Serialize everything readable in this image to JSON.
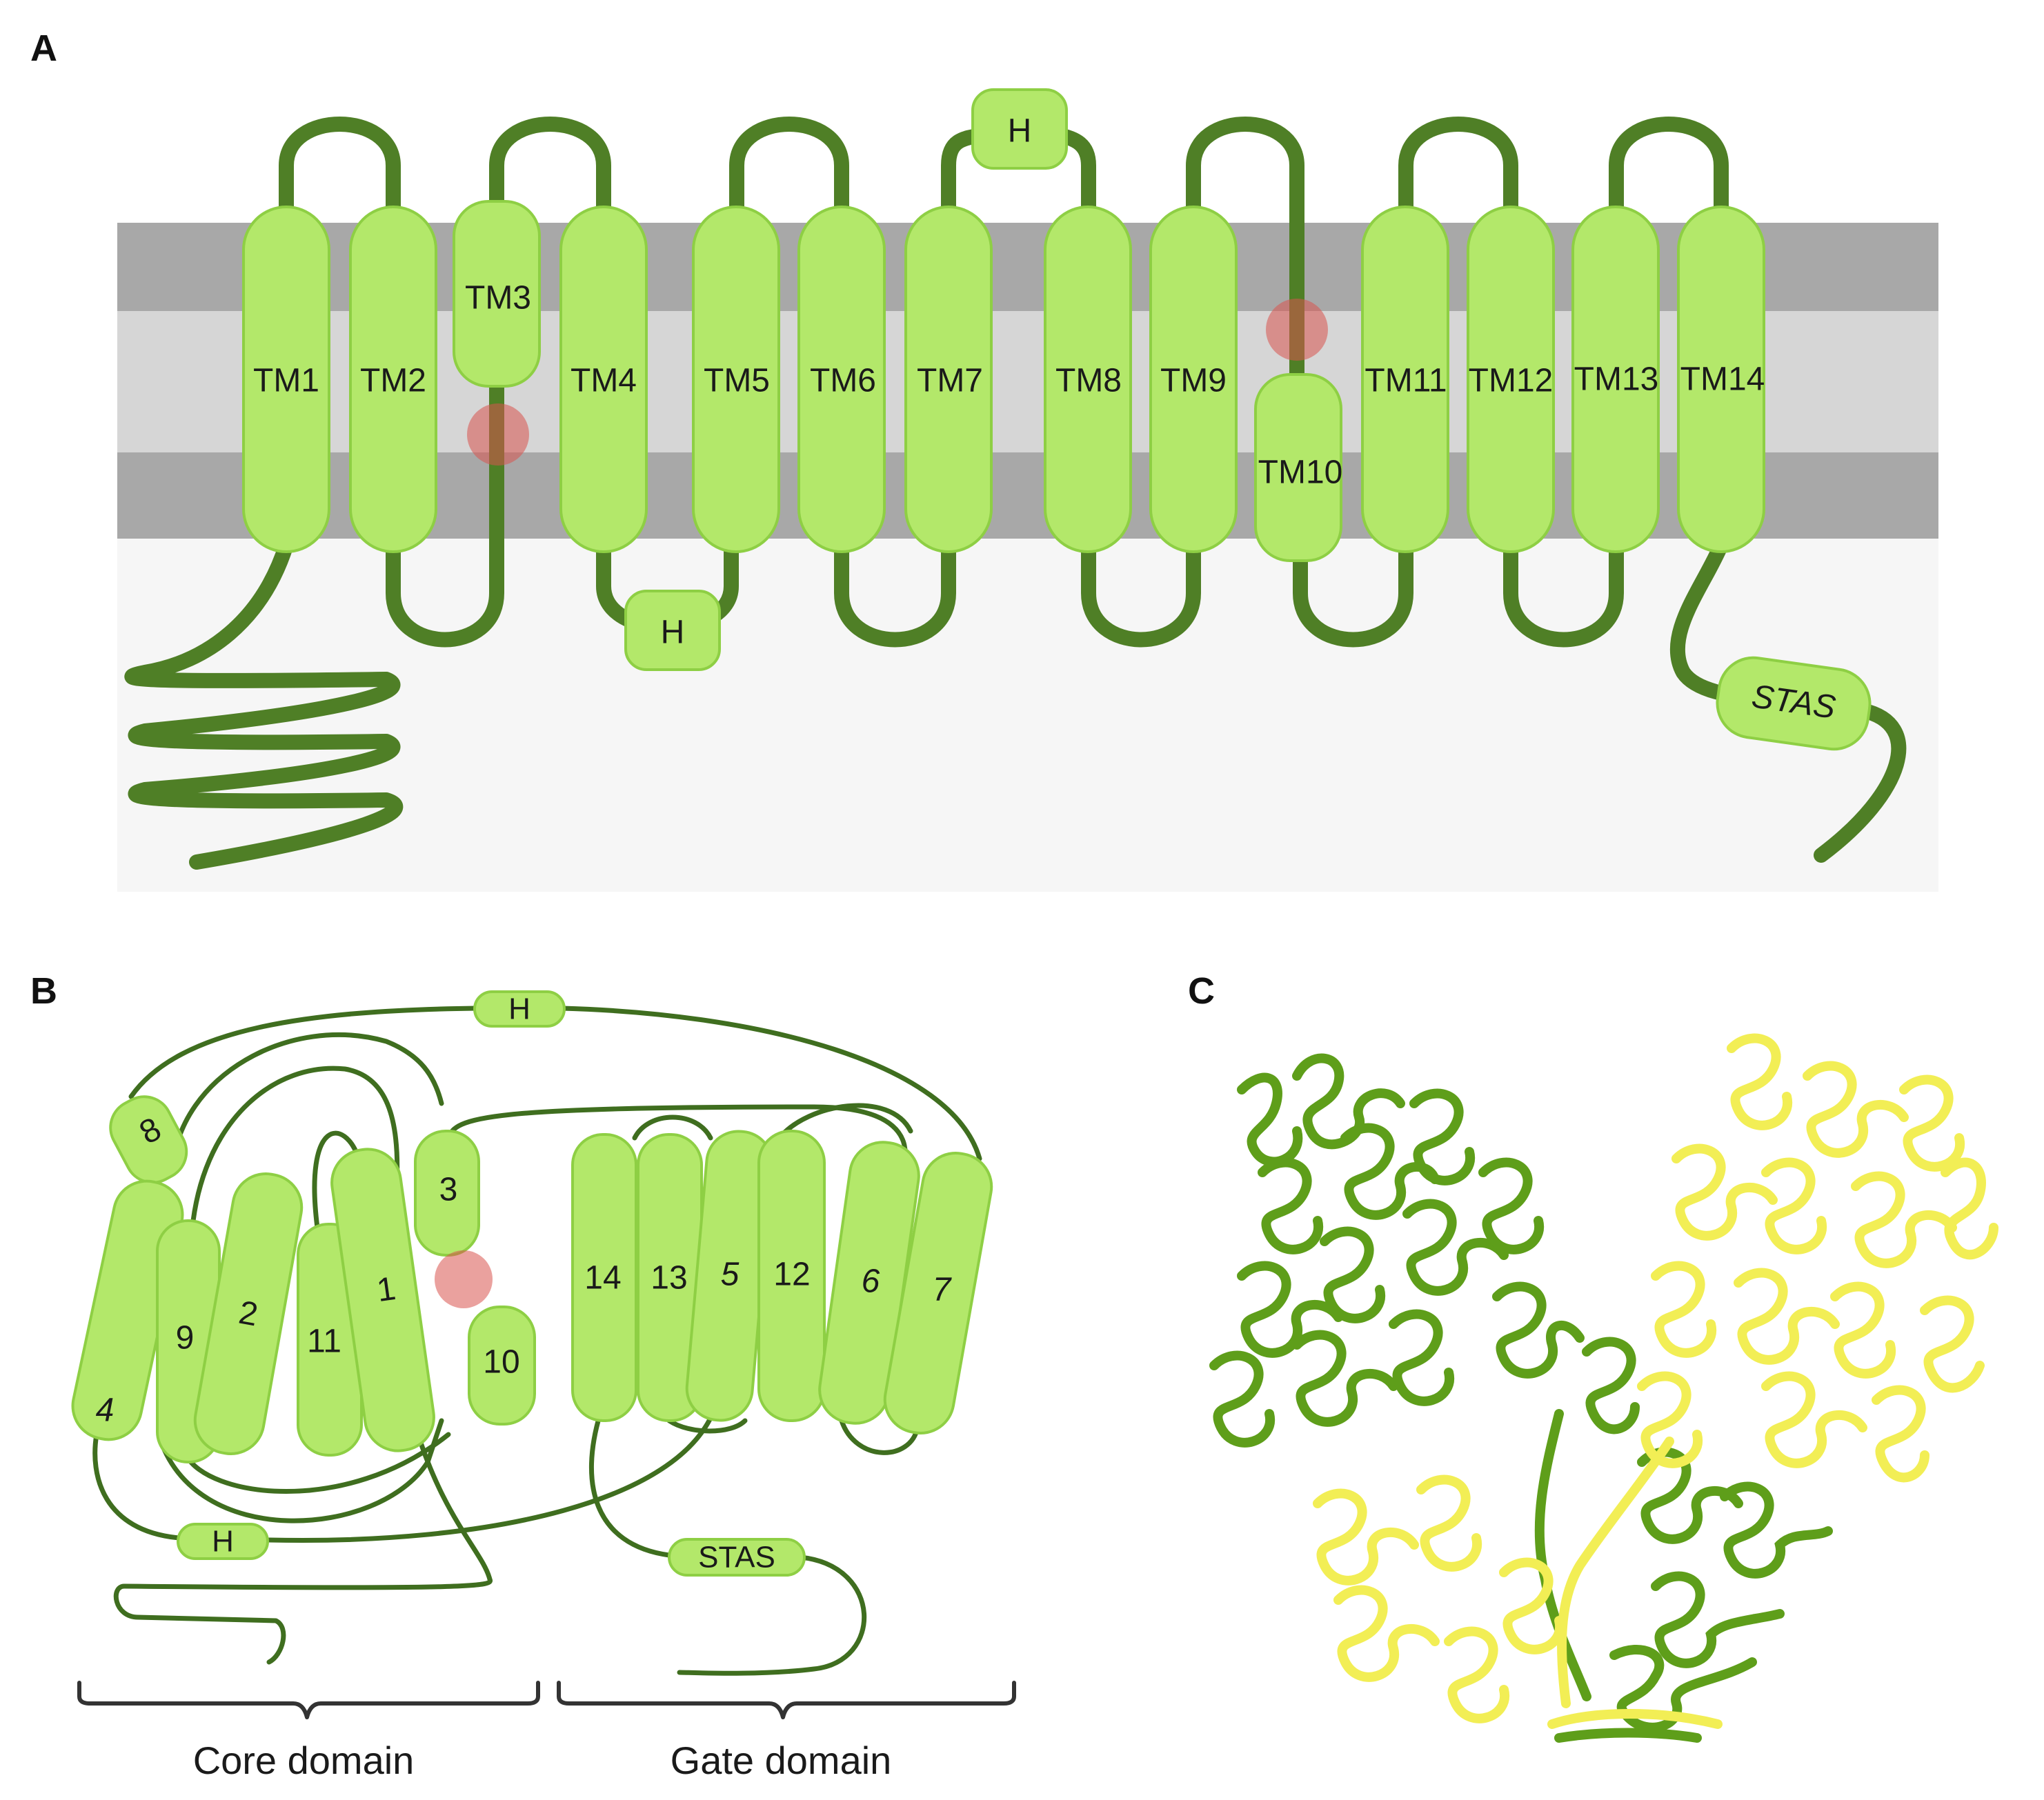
{
  "panels": {
    "a": {
      "letter": "A"
    },
    "b": {
      "letter": "B"
    },
    "c": {
      "letter": "C"
    }
  },
  "panel_a": {
    "tm_labels": [
      "TM1",
      "TM2",
      "TM3",
      "TM4",
      "TM5",
      "TM6",
      "TM7",
      "TM8",
      "TM9",
      "TM10",
      "TM11",
      "TM12",
      "TM13",
      "TM14"
    ],
    "helix_h_top": "H",
    "helix_h_bottom": "H",
    "stas": "STAS"
  },
  "panel_b": {
    "helix_numbers": [
      "8",
      "3",
      "9",
      "2",
      "11",
      "1",
      "10",
      "4",
      "14",
      "13",
      "5",
      "12",
      "6",
      "7"
    ],
    "helix_h_top": "H",
    "helix_h_bottom": "H",
    "stas": "STAS",
    "core_domain": "Core domain",
    "gate_domain": "Gate domain"
  },
  "panel_c": {
    "description_colors": {
      "protomer_1": "#5e9e1a",
      "protomer_2": "#f2ee55"
    }
  },
  "colors": {
    "helix_fill": "#b3e86a",
    "loop": "#4f7f26",
    "membrane_dark": "#a8a8a8",
    "membrane_light": "#d6d6d6",
    "site": "#d9534f"
  }
}
